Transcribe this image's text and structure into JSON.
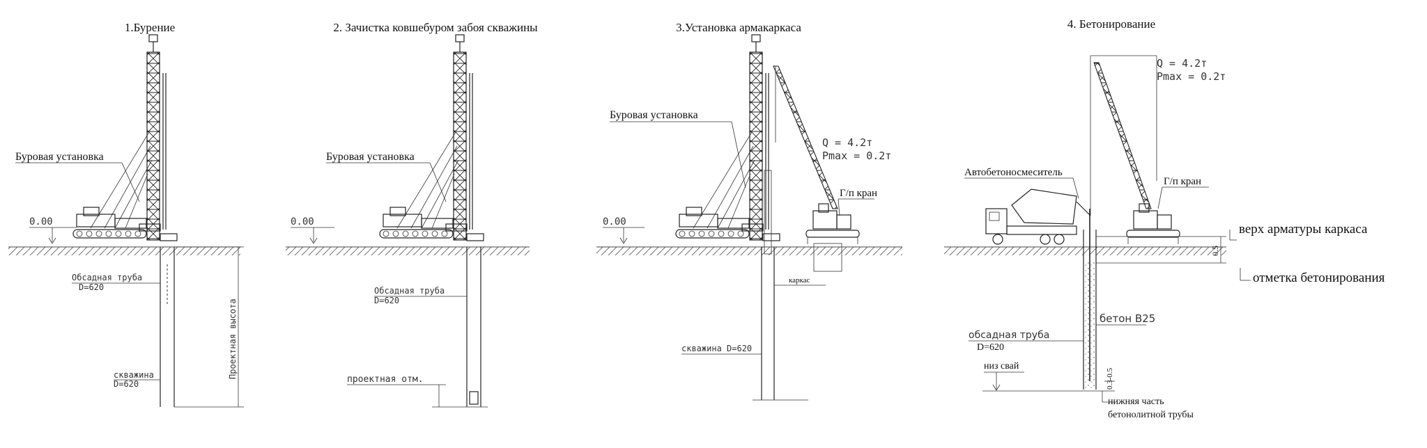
{
  "stages": [
    {
      "title": "1.Бурение",
      "rig_label": "Буровая установка",
      "level": "0.00",
      "casing_label": "Обсадная труба",
      "casing_d": "D=620",
      "well_label": "скважина",
      "well_d": "D=620",
      "design_height": "Проектная высота"
    },
    {
      "title": "2. Зачистка ковшебуром забоя скважины",
      "rig_label": "Буровая установка",
      "level": "0.00",
      "casing_label": "Обсадная труба",
      "casing_d": "D=620",
      "design_mark": "проектная отм."
    },
    {
      "title": "3.Установка армакаркаса",
      "rig_label": "Буровая  установка",
      "level": "0.00",
      "crane_q": "Q = 4.2т",
      "crane_p": "Pmax = 0.2т",
      "crane_label": "Г/п кран",
      "cage_label": "каркас",
      "well_label": "скважина D=620"
    },
    {
      "title": "4. Бетонирование",
      "crane_q": "Q = 4.2т",
      "crane_p": "Pmax = 0.2т",
      "mixer_label": "Автобетоносмеситель",
      "crane_label": "Г/п кран",
      "rebar_top": "верх арматуры каркаса",
      "dim_05": "0.5",
      "concreting_mark": "отметка бетонирования",
      "concrete_label": "бетон В25",
      "casing_label": "обсадная труба",
      "casing_d": "D=620",
      "pile_bottom": "низ свай",
      "dim_gap": "0.3-0.5",
      "pipe_bottom_1": "нижняя часть",
      "pipe_bottom_2": "бетонолитной трубы"
    }
  ]
}
